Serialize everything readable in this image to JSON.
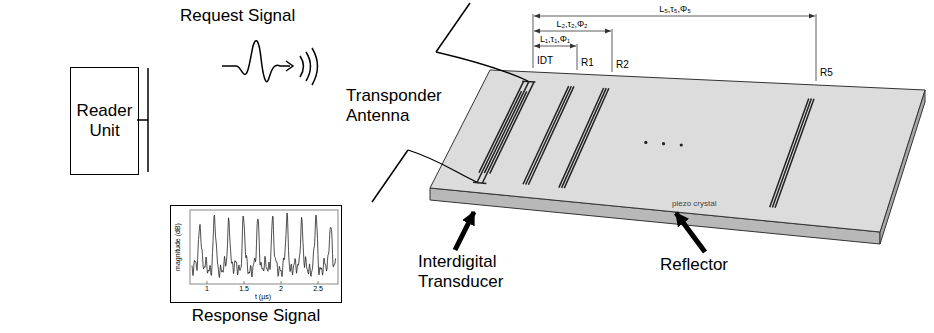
{
  "diagram": {
    "nodes": [
      {
        "text": [
          "Reader Unit"
        ]
      },
      {
        "text": [
          "Response Signal"
        ]
      }
    ],
    "labels": [
      "Request Signal",
      "Transponder Antenna",
      "Interdigital Transducer",
      "Reflector",
      "IDT",
      "R1",
      "R2",
      "R5",
      "L₁,τ₁,Φ₁",
      "L₂,τ₂,Φ₂",
      "L₅,τ₅,Φ₅",
      "piezo crystal",
      "magnitude (dB)",
      "t (µs)",
      "1",
      "1.5",
      "2",
      "2.5"
    ]
  }
}
